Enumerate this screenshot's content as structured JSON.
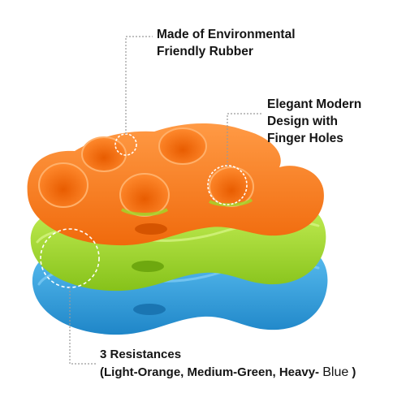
{
  "captions": {
    "material": {
      "line1": "Made of Environmental",
      "line2": "Friendly Rubber"
    },
    "design": {
      "line1": "Elegant Modern",
      "line2": "Design with",
      "line3": "Finger Holes"
    },
    "resistances": {
      "line1": "3 Resistances",
      "line2_prefix": "(Light-Orange, Medium-Green, Heavy- ",
      "line2_blue": "Blue",
      "line2_suffix": " )"
    }
  },
  "colors": {
    "orange": "#FF7A1A",
    "orange_dark": "#E25E05",
    "green": "#A5DE2A",
    "green_dark": "#7DBA12",
    "blue": "#37A8E6",
    "blue_dark": "#1E86C8",
    "callout_line": "#9A9A9A"
  }
}
